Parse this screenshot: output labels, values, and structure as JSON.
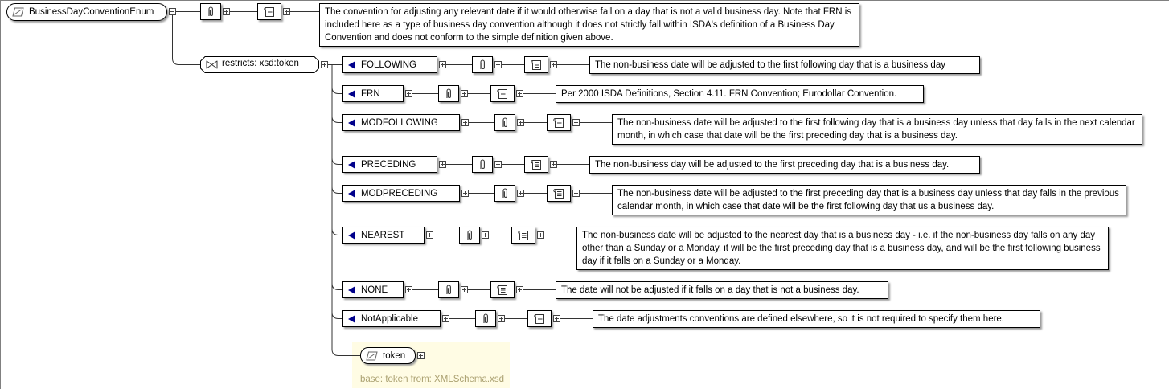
{
  "diagram": {
    "root": {
      "name": "BusinessDayConventionEnum",
      "doc": "The convention for adjusting any relevant date if it would otherwise fall on a day that is not a valid business day. Note that FRN is included here as a type of business day convention although it does not strictly fall within ISDA's definition of a Business Day Convention and does not conform to the simple definition given above."
    },
    "restriction": {
      "label": "restricts: xsd:token"
    },
    "enumerations": [
      {
        "value": "FOLLOWING",
        "doc": "The non-business date will be adjusted to the first following day that is a business day"
      },
      {
        "value": "FRN",
        "doc": "Per 2000 ISDA Definitions, Section 4.11. FRN Convention; Eurodollar Convention."
      },
      {
        "value": "MODFOLLOWING",
        "doc": "The non-business date will be adjusted to the first following day that is a business day unless that day falls in the next calendar month, in which case that date will be the first preceding day that is a business day."
      },
      {
        "value": "PRECEDING",
        "doc": "The non-business day will be adjusted to the first preceding day that is a business day."
      },
      {
        "value": "MODPRECEDING",
        "doc": "The non-business date will be adjusted to the first preceding day that is a business day unless that day falls in the previous calendar month, in which case that date will be the first following day that us a business day."
      },
      {
        "value": "NEAREST",
        "doc": "The non-business date will be adjusted to the nearest day that is a business day - i.e. if the non-business day falls on any day other than a Sunday or a Monday, it will be the first preceding day that is a business day, and will be the first following business day if it falls on a Sunday or a Monday."
      },
      {
        "value": "NONE",
        "doc": "The date will not be adjusted if it falls on a day that is not a business day."
      },
      {
        "value": "NotApplicable",
        "doc": "The date adjustments conventions are defined elsewhere, so it is not required to specify them here."
      }
    ],
    "base": {
      "name": "token",
      "note": "base: token from: XMLSchema.xsd"
    },
    "colors": {
      "enum_arrow": "#00008b",
      "base_panel_bg": "#fffce4",
      "base_note_text": "#aba171"
    }
  }
}
